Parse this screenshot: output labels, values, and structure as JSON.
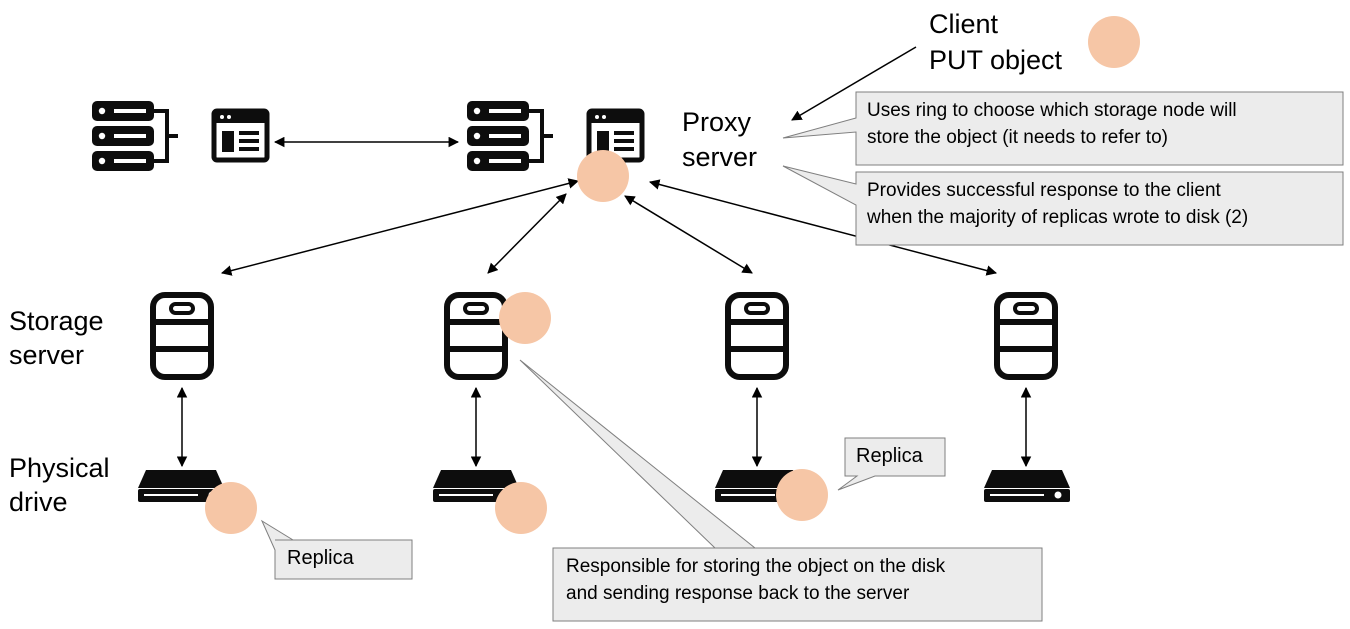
{
  "labels": {
    "client_line1": "Client",
    "client_line2": "PUT object",
    "proxy_line1": "Proxy",
    "proxy_line2": "server",
    "storage_line1": "Storage",
    "storage_line2": "server",
    "drive_line1": "Physical",
    "drive_line2": "drive"
  },
  "callouts": {
    "ring_line1": "Uses ring to choose which storage node will",
    "ring_line2": "store the object (it needs to refer to)",
    "response_line1": "Provides successful response to the client",
    "response_line2": "when the majority of replicas wrote to disk (2)",
    "replica_1": "Replica",
    "replica_2": "Replica",
    "storing_line1": "Responsible for storing the object on the disk",
    "storing_line2": "and sending response back to the server"
  },
  "colors": {
    "object_fill": "#f6c6a6",
    "callout_fill": "#ececec",
    "callout_stroke": "#7f7f7f",
    "icon": "#0d0d0d"
  }
}
